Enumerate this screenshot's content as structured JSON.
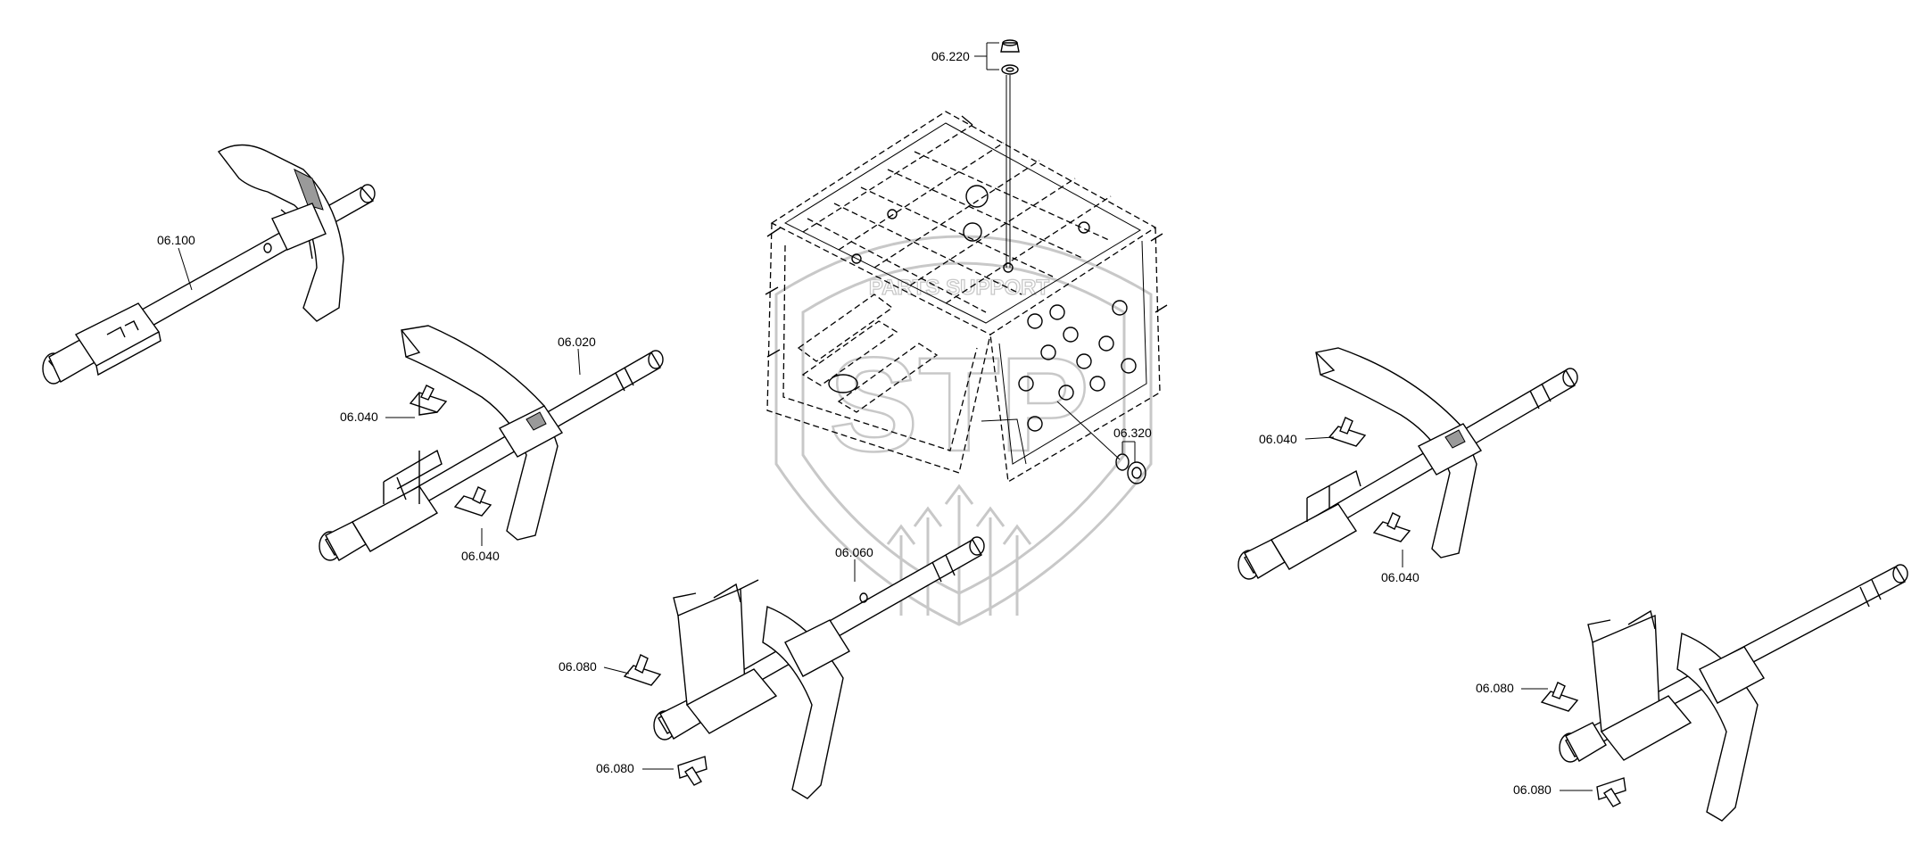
{
  "diagram": {
    "callouts": {
      "c_06_220": "06.220",
      "c_06_100": "06.100",
      "c_06_020": "06.020",
      "c_06_040_a": "06.040",
      "c_06_040_b": "06.040",
      "c_06_040_c": "06.040",
      "c_06_040_d": "06.040",
      "c_06_320": "06.320",
      "c_06_060": "06.060",
      "c_06_080_a": "06.080",
      "c_06_080_b": "06.080",
      "c_06_080_c": "06.080",
      "c_06_080_d": "06.080"
    },
    "watermark": {
      "text_main": "STP",
      "text_sub": "PARTS SUPPORT"
    }
  }
}
